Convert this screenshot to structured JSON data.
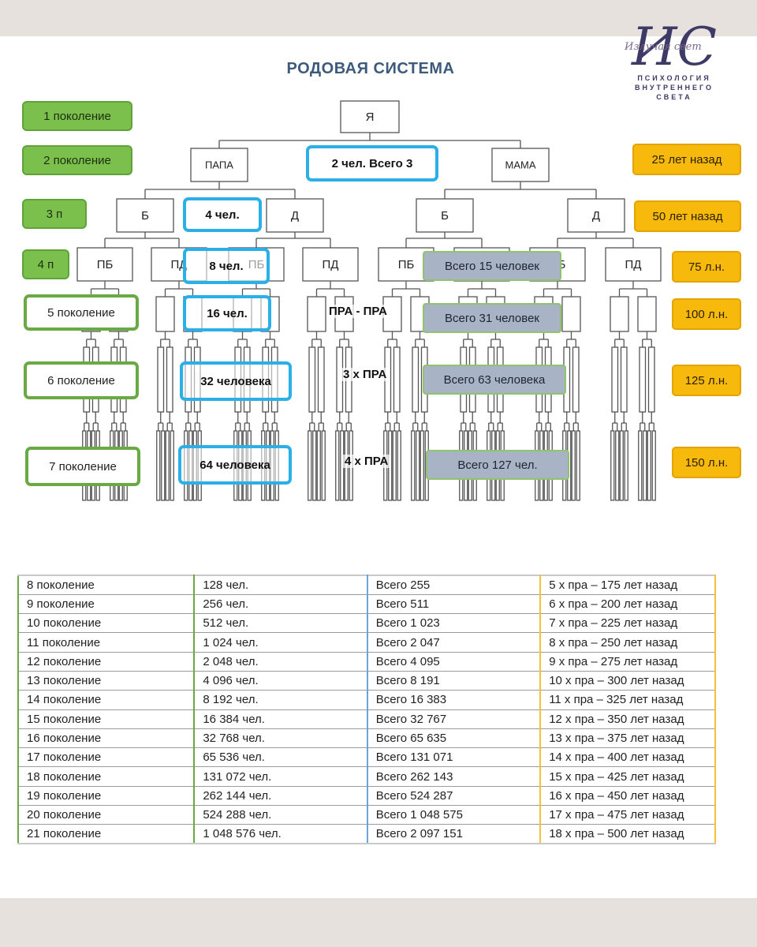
{
  "title": "РОДОВАЯ СИСТЕМА",
  "logo": {
    "monogram": "ИС",
    "script": "Излучая свет",
    "lines": [
      "ПСИХОЛОГИЯ",
      "ВНУТРЕННЕГО",
      "СВЕТА"
    ],
    "color": "#3e3a66"
  },
  "tree": {
    "root": "Я",
    "level2": [
      "ПАПА",
      "МАМА"
    ],
    "level3": [
      "Б",
      "Д",
      "Б",
      "Д"
    ],
    "level4": [
      "ПБ",
      "ПД",
      "ПБ",
      "ПД",
      "ПБ",
      "ПД",
      "ПБ",
      "ПД"
    ]
  },
  "generations": [
    {
      "label": "1 поколение",
      "style": "filled"
    },
    {
      "label": "2 поколение",
      "style": "filled"
    },
    {
      "label": "3 п",
      "style": "filled"
    },
    {
      "label": "4 п",
      "style": "filled"
    },
    {
      "label": "5 поколение",
      "style": "outline"
    },
    {
      "label": "6 поколение",
      "style": "outline"
    },
    {
      "label": "7 поколение",
      "style": "outline"
    }
  ],
  "years": [
    "25 лет назад",
    "50 лет назад",
    "75 л.н.",
    "100 л.н.",
    "125 л.н.",
    "150 л.н."
  ],
  "counts": [
    "2 чел. Всего 3",
    "4 чел.",
    "8 чел.",
    "16 чел.",
    "32 человека",
    "64 человека"
  ],
  "totals": [
    "Всего 15 человек",
    "Всего 31 человек",
    "Всего 63 человека",
    "Всего 127 чел."
  ],
  "pra": [
    "ПРА - ПРА",
    "3 х ПРА",
    "4 х ПРА"
  ],
  "table": {
    "rows": [
      [
        "8 поколение",
        "128 чел.",
        "Всего 255",
        "5 х пра – 175 лет назад"
      ],
      [
        "9 поколение",
        "256 чел.",
        "Всего 511",
        "6 х пра – 200 лет назад"
      ],
      [
        "10 поколение",
        "512 чел.",
        "Всего 1 023",
        "7 х пра – 225 лет назад"
      ],
      [
        "11 поколение",
        "1 024 чел.",
        "Всего 2 047",
        "8 х пра – 250 лет назад"
      ],
      [
        "12 поколение",
        "2 048 чел.",
        "Всего 4 095",
        "9 х пра – 275 лет назад"
      ],
      [
        "13 поколение",
        "4 096 чел.",
        "Всего 8 191",
        "10 х пра – 300 лет назад"
      ],
      [
        "14 поколение",
        "8 192 чел.",
        "Всего 16 383",
        "11 х пра – 325 лет назад"
      ],
      [
        "15 поколение",
        "16 384 чел.",
        "Всего 32 767",
        "12 х пра – 350 лет назад"
      ],
      [
        "16 поколение",
        "32 768 чел.",
        "Всего 65 635",
        "13 х пра – 375 лет назад"
      ],
      [
        "17 поколение",
        "65 536 чел.",
        "Всего 131 071",
        "14 х пра – 400 лет назад"
      ],
      [
        "18 поколение",
        "131 072 чел.",
        "Всего 262 143",
        "15 х пра – 425 лет назад"
      ],
      [
        "19 поколение",
        "262 144 чел.",
        "Всего 524 287",
        "16 х пра – 450 лет назад"
      ],
      [
        "20 поколение",
        "524 288 чел.",
        "Всего 1 048 575",
        "17 х пра – 475 лет назад"
      ],
      [
        "21 поколение",
        "1 048 576 чел.",
        "Всего 2 097 151",
        "18 х пра – 500 лет назад"
      ]
    ]
  }
}
